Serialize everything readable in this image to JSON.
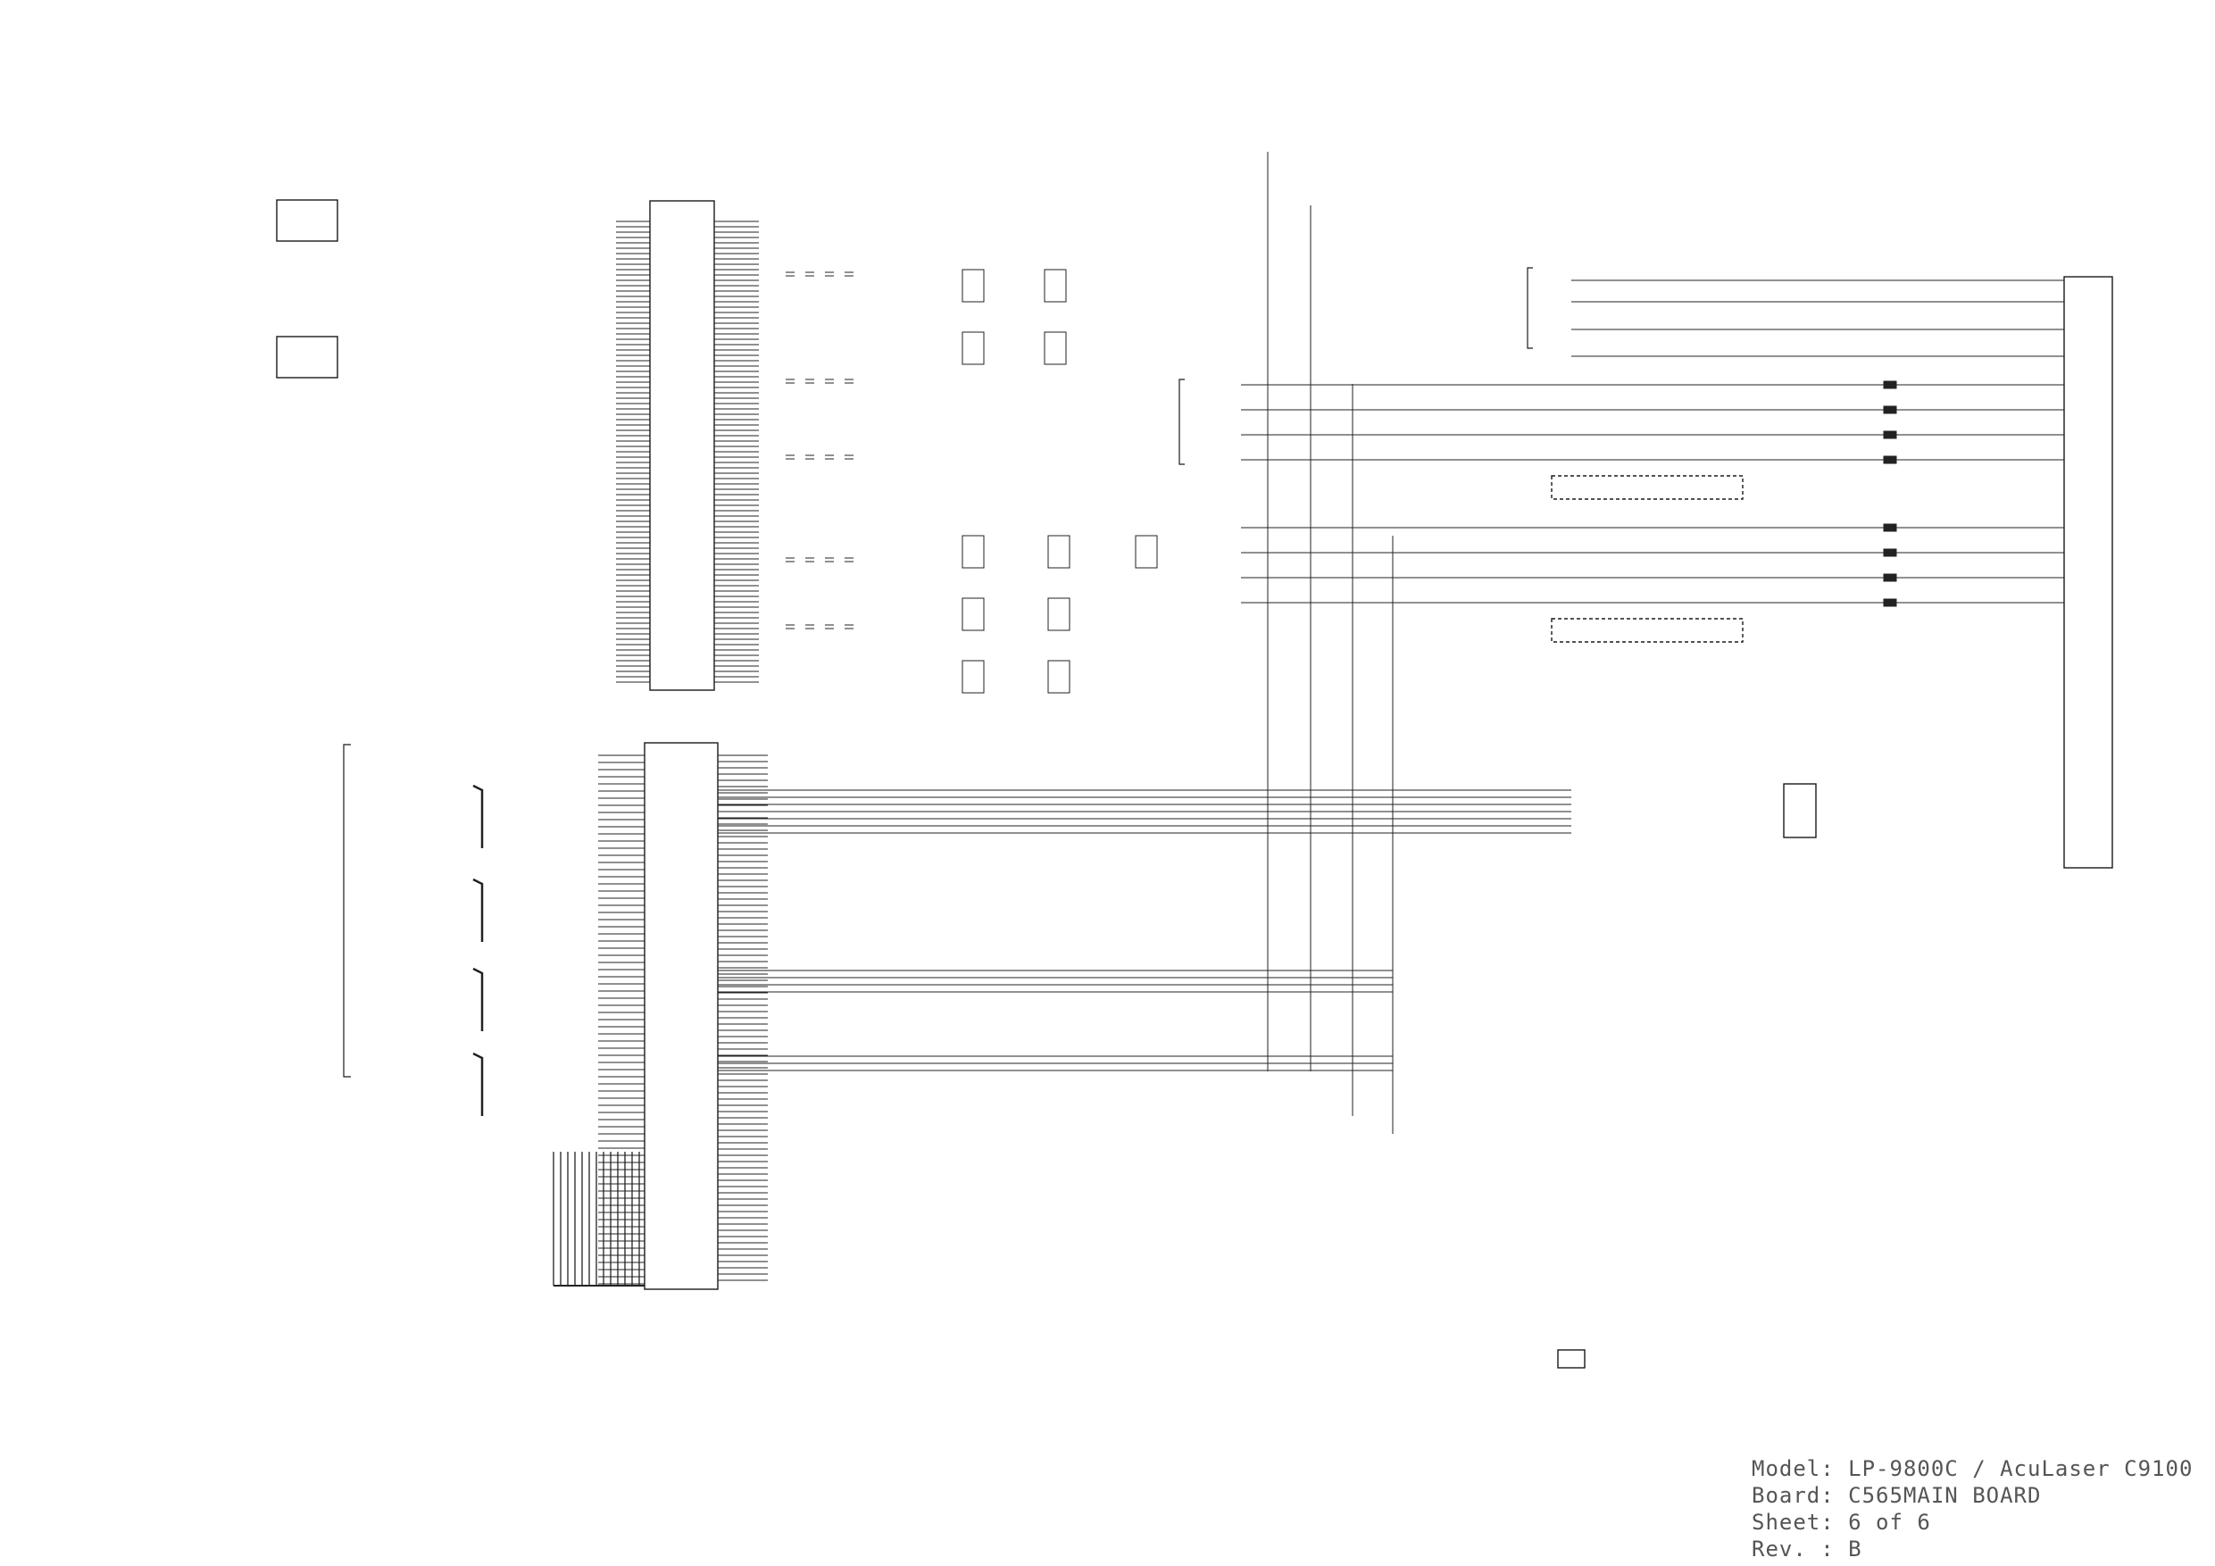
{
  "title_block": {
    "model_label": "Model:",
    "model_value": "LP-9800C / AcuLaser C9100",
    "board_label": "Board:",
    "board_value": "C565MAIN BOARD",
    "sheet_label": "Sheet:",
    "sheet_value": "6 of 6",
    "rev_label": "Rev. :",
    "rev_value": "B"
  },
  "colors": {
    "ink": "#1a1a1a",
    "title_text": "#555555",
    "paper": "#ffffff"
  }
}
